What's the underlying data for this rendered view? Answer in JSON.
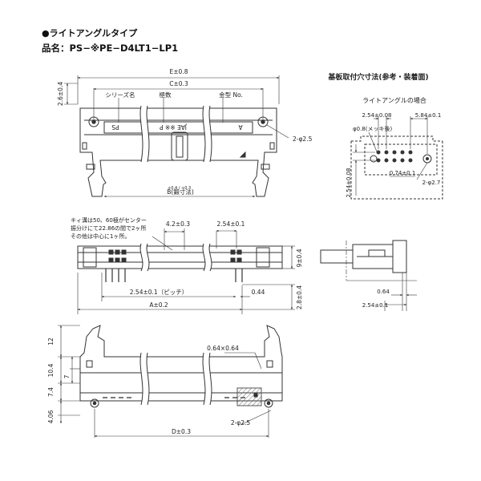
{
  "header": {
    "title": "●ライトアングルタイプ",
    "part_number": "品名：PS−※PE−D4LT1−LP1"
  },
  "pcb_panel": {
    "title": "基板取付穴寸法(参考・装着面)",
    "subtitle": "ライトアングルの場合",
    "dim_pitch_top": "2.54±0.08",
    "dim_584": "5.84±0.1",
    "dim_hole": "φ0.8(メッキ後)",
    "dim_side": "2.54±0.08",
    "dim_074": "0.74±0.1",
    "dim_27": "2-φ2.7",
    "dim_064": "0.64",
    "dim_254": "2.54±0.1"
  },
  "top_view": {
    "dim_E": "E±0.8",
    "dim_C": "C±0.3",
    "dim_26": "2.6±0.4",
    "label_series": "シリーズ名",
    "label_poles": "極数",
    "label_model": "金型 No.",
    "marking_ps": "PS",
    "marking_jae": "JAE ※※ P",
    "marking_a": "A",
    "dim_25": "2-φ2.5",
    "dim_B": "B(鍛寸法)",
    "dim_B_tol": "+0.4 / +0.3"
  },
  "middle_view": {
    "note": [
      "キィ溝は50、60極がセンター",
      "振分けにて22.86の間で2ヶ所",
      "その他は中心に1ヶ所。"
    ],
    "dim_42": "4.2±0.3",
    "dim_254": "2.54±0.1",
    "dim_9": "9±0.4",
    "dim_pitch": "2.54±0.1（ピッチ）",
    "dim_044": "0.44",
    "dim_A": "A±0.2",
    "dim_28": "2.8±0.4"
  },
  "bottom_view": {
    "dim_064x064": "0.64×0.64",
    "dim_12": "12",
    "dim_104": "10.4",
    "dim_7": "7",
    "dim_74": "7.4",
    "dim_406": "4.06",
    "dim_25": "2-φ2.5",
    "dim_D": "D±0.3"
  }
}
